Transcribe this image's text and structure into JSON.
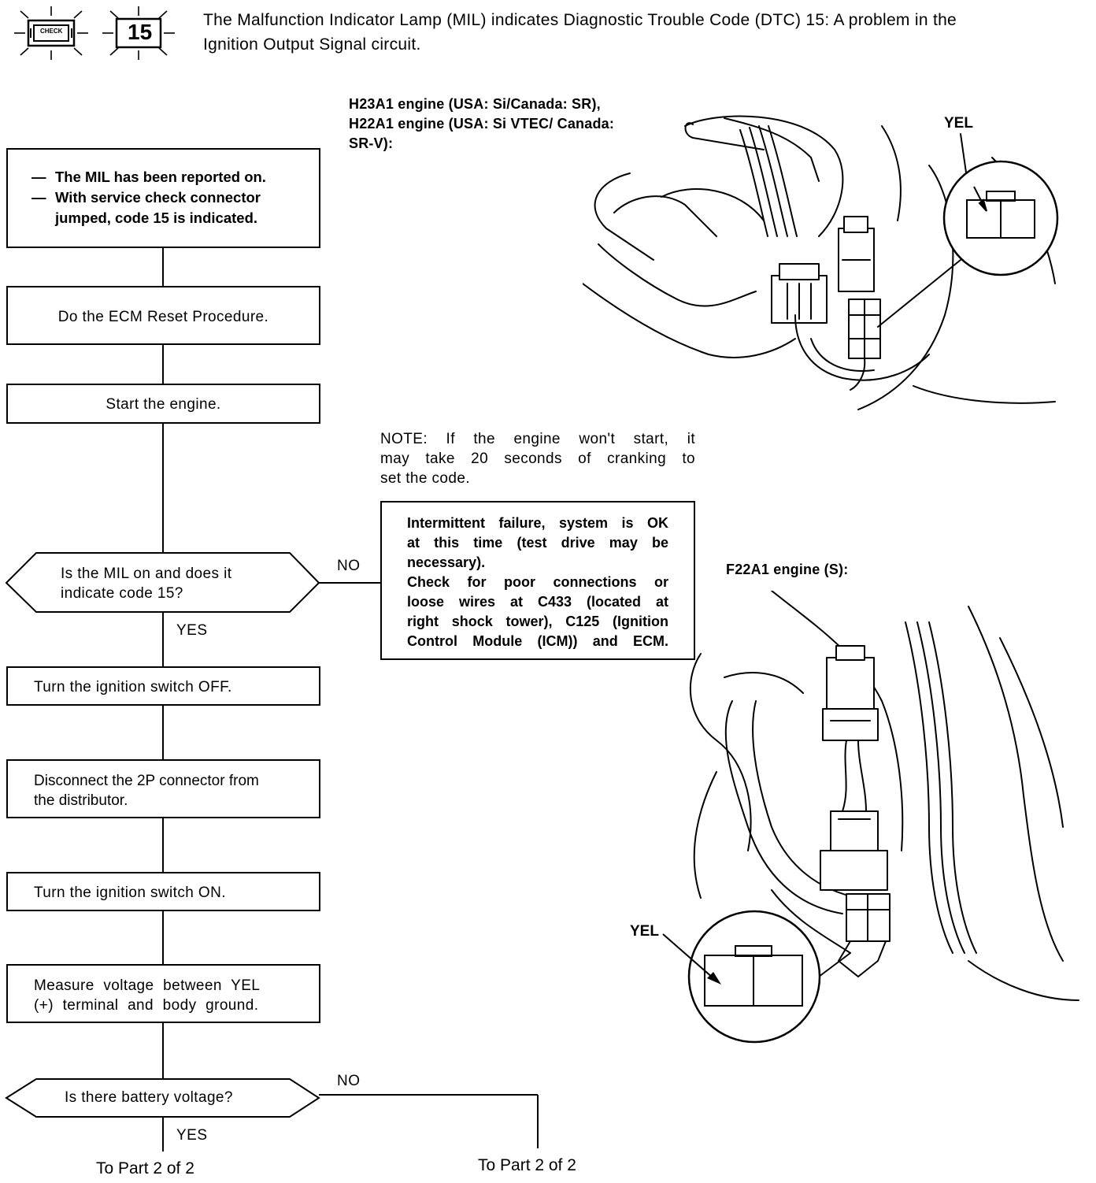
{
  "header": {
    "check_badge_label": "CHECK",
    "code_badge": "15",
    "title_line1": "The Malfunction Indicator Lamp (MIL) indicates Diagnostic Trouble Code (DTC) 15: A problem in the",
    "title_line2": "Ignition Output Signal circuit."
  },
  "flowchart": {
    "start_box": {
      "line1": "The MIL has been reported on.",
      "line2a": "With service check connector",
      "line2b": "jumped, code 15 is indicated."
    },
    "step_reset": "Do the ECM Reset Procedure.",
    "step_start": "Start the engine.",
    "decision1": {
      "line1": "Is the MIL on and does it",
      "line2": "indicate code 15?"
    },
    "decision1_no": "NO",
    "decision1_yes": "YES",
    "step_ignition_off": "Turn the ignition switch OFF.",
    "step_disconnect": {
      "line1": "Disconnect the 2P connector from",
      "line2": "the distributor."
    },
    "step_ignition_on": "Turn the ignition switch ON.",
    "step_measure": {
      "line1": "Measure voltage between YEL",
      "line2": "(+) terminal and body ground."
    },
    "decision2": "Is there battery voltage?",
    "decision2_no": "NO",
    "decision2_yes": "YES",
    "to_part_left": "To Part 2 of 2",
    "to_part_right": "To Part 2 of 2"
  },
  "note": {
    "line1": "NOTE: If the engine won't start, it",
    "line2": "may take 20 seconds of cranking to",
    "line3": "set the code."
  },
  "intermittent_box": {
    "line1": "Intermittent failure, system is OK",
    "line2": "at this time (test drive may be",
    "line3": "necessary).",
    "line4": "Check for poor connections or",
    "line5": "loose wires at C433 (located at",
    "line6": "right shock tower), C125 (Ignition",
    "line7": "Control Module (ICM)) and ECM."
  },
  "illustration_top": {
    "caption_line1": "H23A1 engine (USA: Si/Canada: SR),",
    "caption_line2": "H22A1 engine (USA: Si VTEC/ Canada:",
    "caption_line3": "SR-V):",
    "wire_label": "YEL"
  },
  "illustration_bottom": {
    "caption": "F22A1 engine (S):",
    "wire_label": "YEL"
  }
}
